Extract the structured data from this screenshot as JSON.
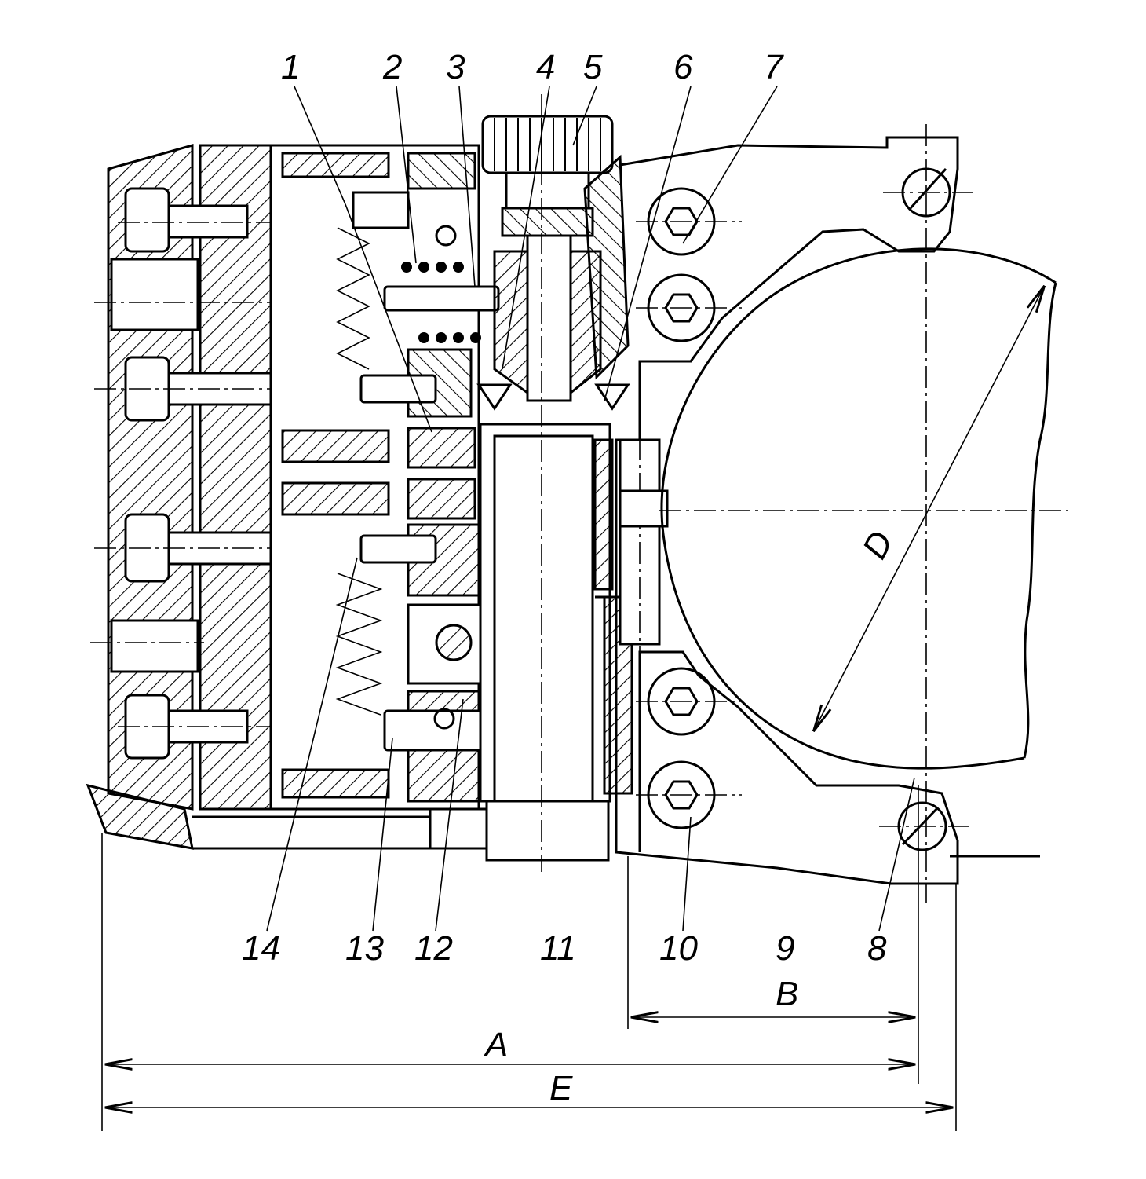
{
  "part_labels_top": [
    "1",
    "2",
    "3",
    "4",
    "5",
    "6",
    "7"
  ],
  "part_labels_bottom": [
    "14",
    "13",
    "12",
    "11",
    "10",
    "9",
    "8"
  ],
  "dimensions": {
    "B": "B",
    "A": "A",
    "E": "E",
    "D": "D"
  }
}
